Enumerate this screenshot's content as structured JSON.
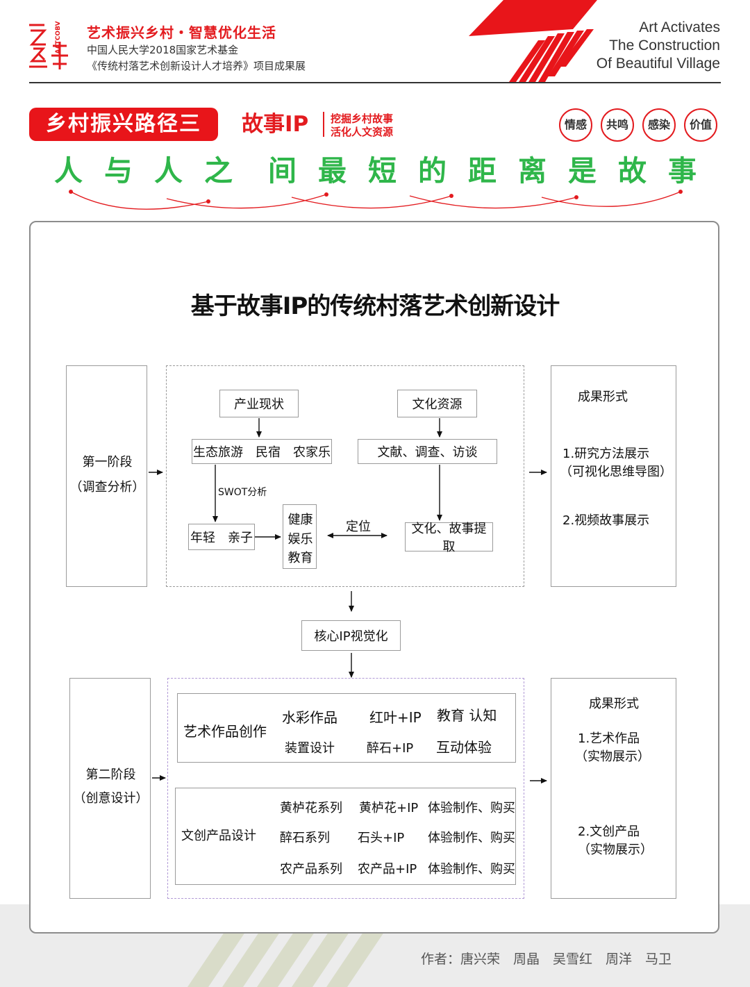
{
  "header": {
    "logo_text": "AATCOBV",
    "title": "艺术振兴乡村・智慧优化生活",
    "subtitle1": "中国人民大学2018国家艺术基金",
    "subtitle2": "《传统村落艺术创新设计人才培养》项目成果展",
    "english": [
      "Art Activates",
      "The Construction",
      "Of Beautiful Village"
    ]
  },
  "banner": {
    "route": "乡村振兴路径三",
    "story_ip": "故事IP",
    "story_lines": [
      "挖掘乡村故事",
      "活化人文资源"
    ],
    "circles": [
      "情感",
      "共鸣",
      "感染",
      "价值"
    ]
  },
  "slogan": [
    "人",
    "与",
    "人",
    "之",
    "间",
    "最",
    "短",
    "的",
    "距",
    "离",
    "是",
    "故",
    "事"
  ],
  "diagram": {
    "title": "基于故事IP的传统村落艺术创新设计",
    "stage1": {
      "name": "第一阶段",
      "sub": "（调查分析）",
      "industry_status": "产业现状",
      "industry_items": "生态旅游　民宿　农家乐",
      "swot": "SWOT分析",
      "audience": "年轻　亲子",
      "needs": [
        "健康",
        "娱乐",
        "教育"
      ],
      "positioning": "定位",
      "culture_resources": "文化资源",
      "culture_methods": "文献、调查、访谈",
      "culture_extract": "文化、故事提取",
      "result_title": "成果形式",
      "result_items": [
        "1.研究方法展示",
        "（可视化思维导图）",
        "2.视频故事展示"
      ]
    },
    "core": "核心IP视觉化",
    "stage2": {
      "name": "第二阶段",
      "sub": "（创意设计）",
      "art_label": "艺术作品创作",
      "art_items": [
        "水彩作品",
        "红叶+IP",
        "教育 认知",
        "装置设计",
        "醉石+IP",
        "互动体验"
      ],
      "product_label": "文创产品设计",
      "product_rows": [
        [
          "黄栌花系列",
          "黄栌花+IP",
          "体验制作、购买"
        ],
        [
          "醉石系列",
          "石头+IP",
          "体验制作、购买"
        ],
        [
          "农产品系列",
          "农产品+IP",
          "体验制作、购买"
        ]
      ],
      "result_title": "成果形式",
      "result_items": [
        "1.艺术作品",
        "（实物展示）",
        "2.文创产品",
        "（实物展示）"
      ]
    }
  },
  "footer": {
    "authors": "作者：唐兴荣　周晶　吴雪红　周洋　马卫"
  },
  "colors": {
    "accent_red": "#e8151a",
    "slogan_green": "#2fb64a",
    "frame_gray": "#8c8c8c"
  }
}
